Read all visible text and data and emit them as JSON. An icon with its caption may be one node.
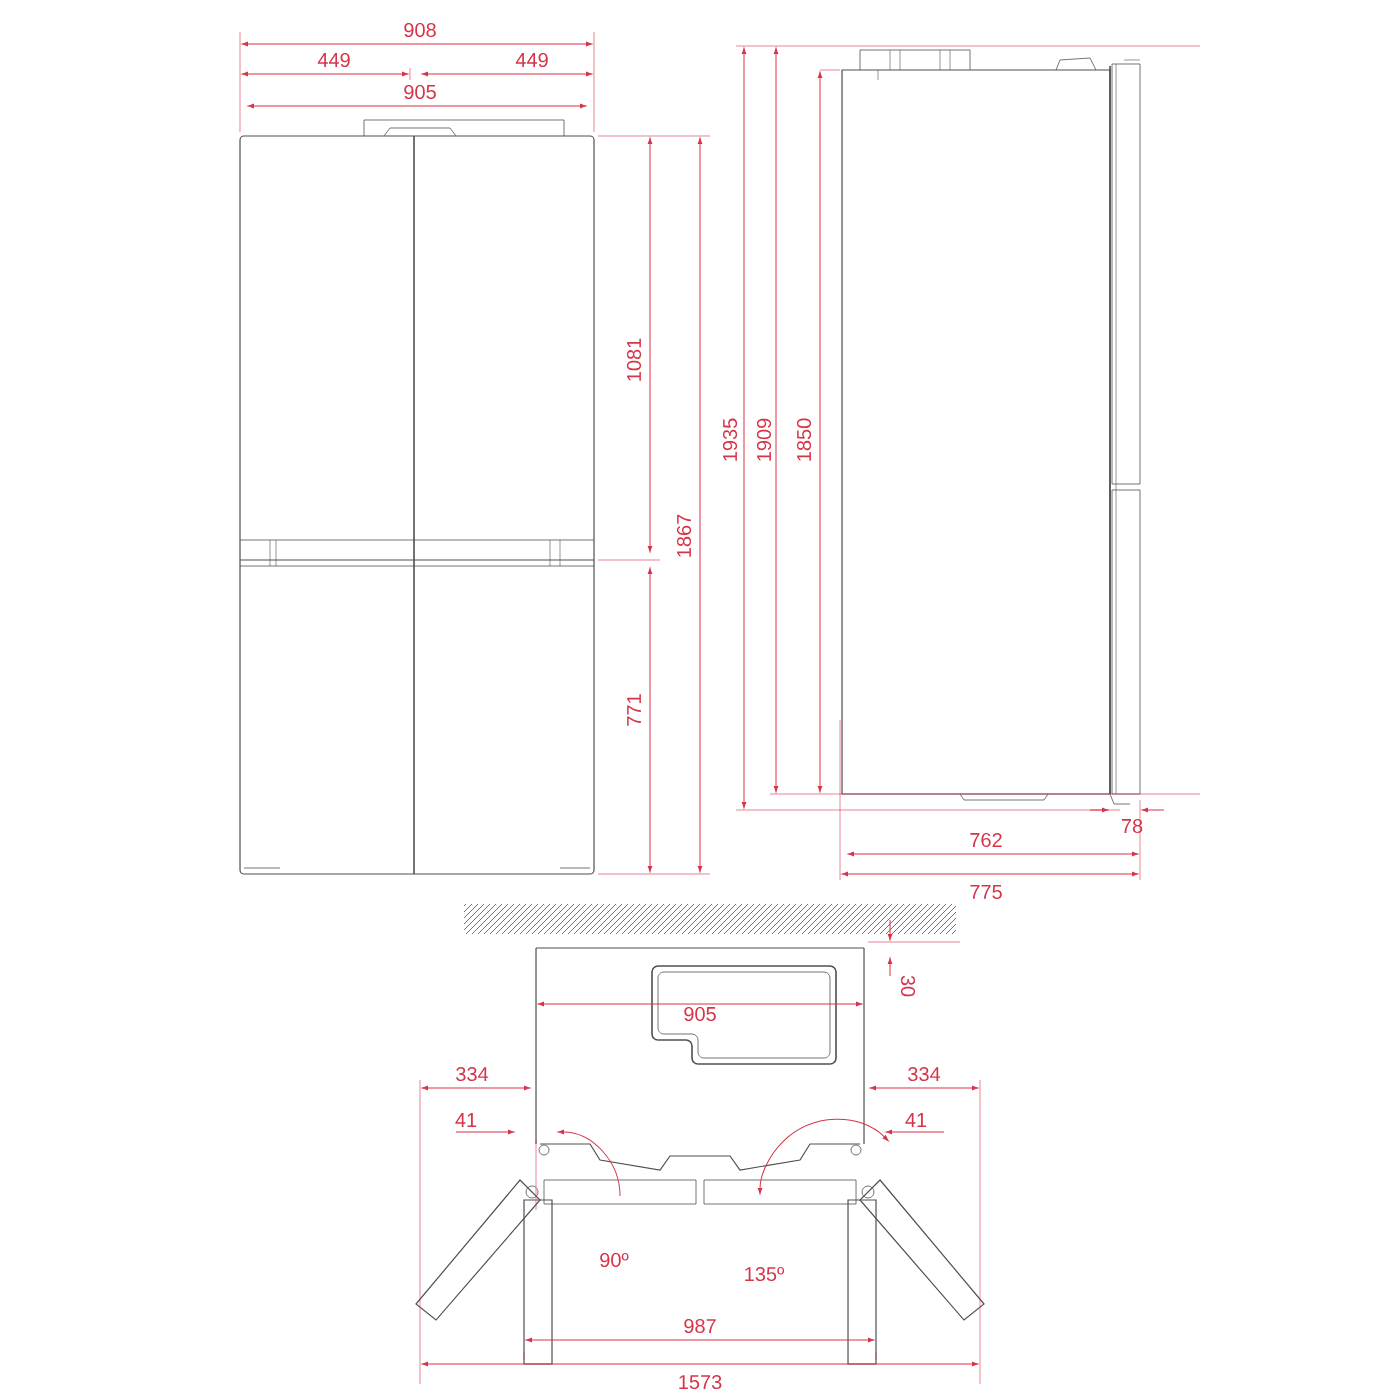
{
  "diagram": {
    "labels": [
      "908",
      "449",
      "449",
      "905",
      "1935",
      "1909",
      "1850",
      "1081",
      "1867",
      "771",
      "78",
      "762",
      "775",
      "30",
      "905",
      "334",
      "334",
      "41",
      "41",
      "90º",
      "135º",
      "987",
      "1573"
    ]
  }
}
